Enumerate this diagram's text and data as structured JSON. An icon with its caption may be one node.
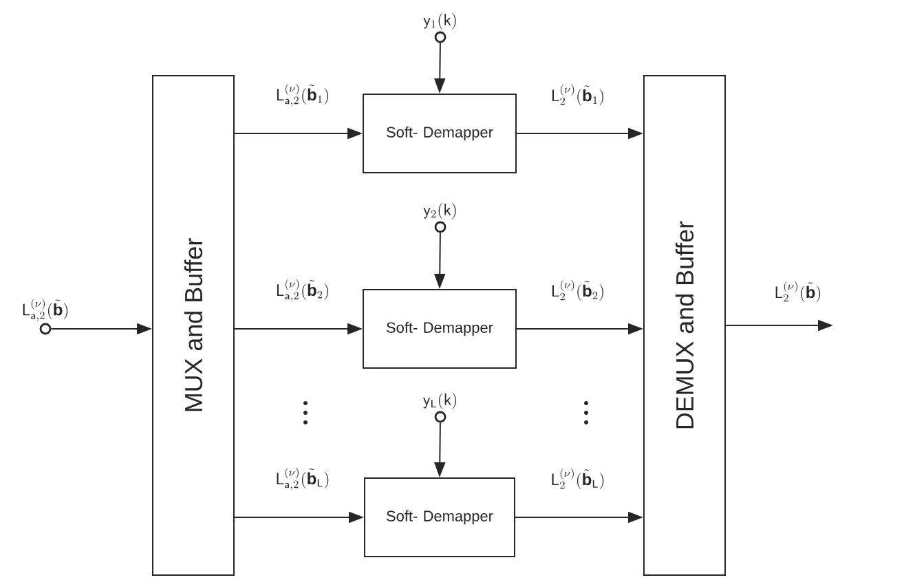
{
  "diagram": {
    "nodes": [
      {
        "text": [
          "MUX and Buffer"
        ]
      },
      {
        "text": [
          "Soft- Demapper"
        ]
      },
      {
        "text": [
          "Soft- Demapper"
        ]
      },
      {
        "text": [
          "Soft- Demapper"
        ]
      },
      {
        "text": [
          "DEMUX and Buffer"
        ]
      },
      {
        "text": [
          "\\mathsf{L}_{\\mathsf{a},2}^{(\\nu)}(\\tilde{\\mathbf{b}})"
        ]
      },
      {
        "text": [
          "\\mathsf{y}_1(\\mathsf{k})"
        ]
      },
      {
        "text": [
          "\\mathsf{y}_2(\\mathsf{k})"
        ]
      },
      {
        "text": [
          "\\mathsf{y}_\\mathsf{L}(\\mathsf{k})"
        ]
      }
    ],
    "edges": [
      {
        "from": 5,
        "to": 0,
        "arrow": "to"
      },
      {
        "from": 0,
        "to": 1,
        "arrow": "to",
        "label": "\\mathsf{L}_{\\mathsf{a},2}^{(\\nu)}(\\tilde{\\mathbf{b}}_1)"
      },
      {
        "from": 0,
        "to": 2,
        "arrow": "to",
        "label": "\\mathsf{L}_{\\mathsf{a},2}^{(\\nu)}(\\tilde{\\mathbf{b}}_2)"
      },
      {
        "from": 0,
        "to": 3,
        "arrow": "to",
        "label": "\\mathsf{L}_{\\mathsf{a},2}^{(\\nu)}(\\tilde{\\mathbf{b}}_\\mathsf{L})"
      },
      {
        "from": 1,
        "to": 4,
        "arrow": "to",
        "label": "\\mathsf{L}_{2}^{(\\nu)}(\\tilde{\\mathbf{b}}_1)"
      },
      {
        "from": 2,
        "to": 4,
        "arrow": "to",
        "label": "\\mathsf{L}_{2}^{(\\nu)}(\\tilde{\\mathbf{b}}_2)"
      },
      {
        "from": 3,
        "to": 4,
        "arrow": "to",
        "label": "\\mathsf{L}_{2}^{(\\nu)}(\\tilde{\\mathbf{b}}_\\mathsf{L})"
      },
      {
        "from": 6,
        "to": 1,
        "arrow": "to"
      },
      {
        "from": 7,
        "to": 2,
        "arrow": "to"
      },
      {
        "from": 8,
        "to": 3,
        "arrow": "to"
      },
      {
        "from": 4,
        "to": null,
        "arrow": "to",
        "label": "\\mathsf{L}_{2}^{(\\nu)}(\\tilde{\\mathbf{b}})"
      }
    ]
  }
}
